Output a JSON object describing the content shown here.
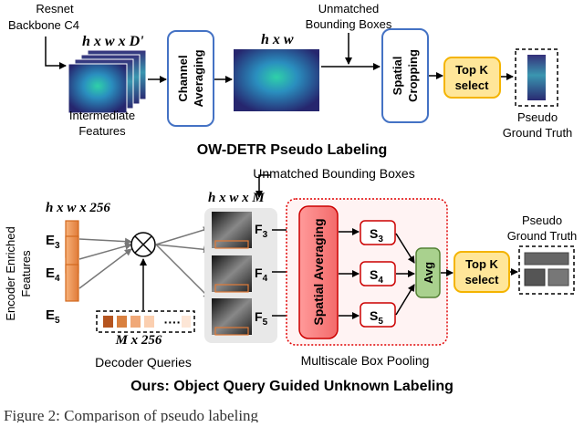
{
  "top": {
    "backbone_label_1": "Resnet",
    "backbone_label_2": "Backbone C4",
    "feat_dims": "h x w x D'",
    "intermediate_1": "Intermediate",
    "intermediate_2": "Features",
    "channel_avg_1": "Channel",
    "channel_avg_2": "Averaging",
    "hw_label": "h x w",
    "unmatched_1": "Unmatched",
    "unmatched_2": "Bounding Boxes",
    "spatial_crop_1": "Spatial",
    "spatial_crop_2": "Cropping",
    "topk_1": "Top K",
    "topk_2": "select",
    "pseudo_1": "Pseudo",
    "pseudo_2": "Ground Truth",
    "section_title": "OW-DETR Pseudo Labeling"
  },
  "bottom": {
    "unmatched": "Unmatched Bounding Boxes",
    "enc_dims": "h x w x 256",
    "enc_label_1": "Encoder Enriched",
    "enc_label_2": "Features",
    "e_labels": [
      "E3",
      "E4",
      "E5"
    ],
    "multiply_symbol": "⊗",
    "dec_dims": "M x 256",
    "dec_label": "Decoder Queries",
    "dec_dots": "····",
    "f_dims": "h x w x M",
    "f_labels": [
      "F3",
      "F4",
      "F5"
    ],
    "spatial_avg": "Spatial Averaging",
    "s_labels": [
      "S3",
      "S4",
      "S5"
    ],
    "avg": "Avg",
    "topk_1": "Top K",
    "topk_2": "select",
    "multiscale": "Multiscale Box Pooling",
    "pseudo_1": "Pseudo",
    "pseudo_2": "Ground Truth",
    "section_title": "Ours: Object Query Guided Unknown Labeling"
  },
  "caption": "Figure 2: Comparison of pseudo labeling",
  "colors": {
    "blue_box": "#4472c4",
    "yellow_fill": "#ffe699",
    "yellow_stroke": "#f4b400",
    "orange_fill": "#f4a460",
    "orange_stroke": "#d2691e",
    "red_fill": "#ff8c8c",
    "red_stroke": "#cc0000",
    "green_fill": "#a9d18e",
    "green_stroke": "#548235"
  }
}
